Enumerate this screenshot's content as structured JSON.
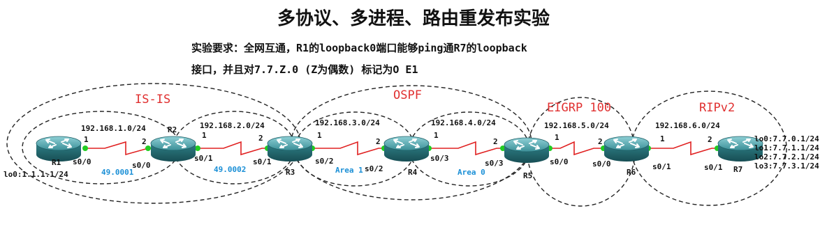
{
  "title": "多协议、多进程、路由重发布实验",
  "requirements": {
    "line1": "实验要求：全网互通，R1的loopback0端口能够ping通R7的loopback",
    "line2": "接口，并且对7.7.Z.0 (Z为偶数) 标记为O E1"
  },
  "domains": [
    {
      "id": "isis",
      "label": "IS-IS"
    },
    {
      "id": "ospf",
      "label": "OSPF"
    },
    {
      "id": "eigrp",
      "label": "EIGRP 100"
    },
    {
      "id": "rip",
      "label": "RIPv2"
    }
  ],
  "routers": [
    {
      "id": "R1",
      "label": "R1"
    },
    {
      "id": "R2",
      "label": "R2"
    },
    {
      "id": "R3",
      "label": "R3"
    },
    {
      "id": "R4",
      "label": "R4"
    },
    {
      "id": "R5",
      "label": "R5"
    },
    {
      "id": "R6",
      "label": "R6"
    },
    {
      "id": "R7",
      "label": "R7"
    }
  ],
  "links": [
    {
      "subnet": "192.168.1.0/24",
      "end_a": "1",
      "end_b": "2",
      "if_a": "s0/0",
      "if_b": "s0/0",
      "area": "49.0001"
    },
    {
      "subnet": "192.168.2.0/24",
      "end_a": "1",
      "end_b": "2",
      "if_a": "s0/1",
      "if_b": "s0/1",
      "area": "49.0002"
    },
    {
      "subnet": "192.168.3.0/24",
      "end_a": "1",
      "end_b": "2",
      "if_a": "s0/2",
      "if_b": "s0/2",
      "area": "Area 1"
    },
    {
      "subnet": "192.168.4.0/24",
      "end_a": "1",
      "end_b": "2",
      "if_a": "s0/3",
      "if_b": "s0/3",
      "area": "Area 0"
    },
    {
      "subnet": "192.168.5.0/24",
      "end_a": "1",
      "end_b": "2",
      "if_a": "s0/0",
      "if_b": "s0/0",
      "area": ""
    },
    {
      "subnet": "192.168.6.0/24",
      "end_a": "1",
      "end_b": "2",
      "if_a": "s0/1",
      "if_b": "s0/1",
      "area": ""
    }
  ],
  "loopbacks": {
    "r1": "lo0:1.1.1.1/24",
    "r7": [
      "lo0:7.7.0.1/24",
      "lo1:7.7.1.1/24",
      "lo2:7.7.2.1/24",
      "lo3:7.7.3.1/24"
    ]
  },
  "colors": {
    "link": "#e02020",
    "port": "#22cc22",
    "domain_label": "#e03030",
    "area_label": "#1a8fd6",
    "router_body": "#2f7f86",
    "text": "#111111"
  }
}
